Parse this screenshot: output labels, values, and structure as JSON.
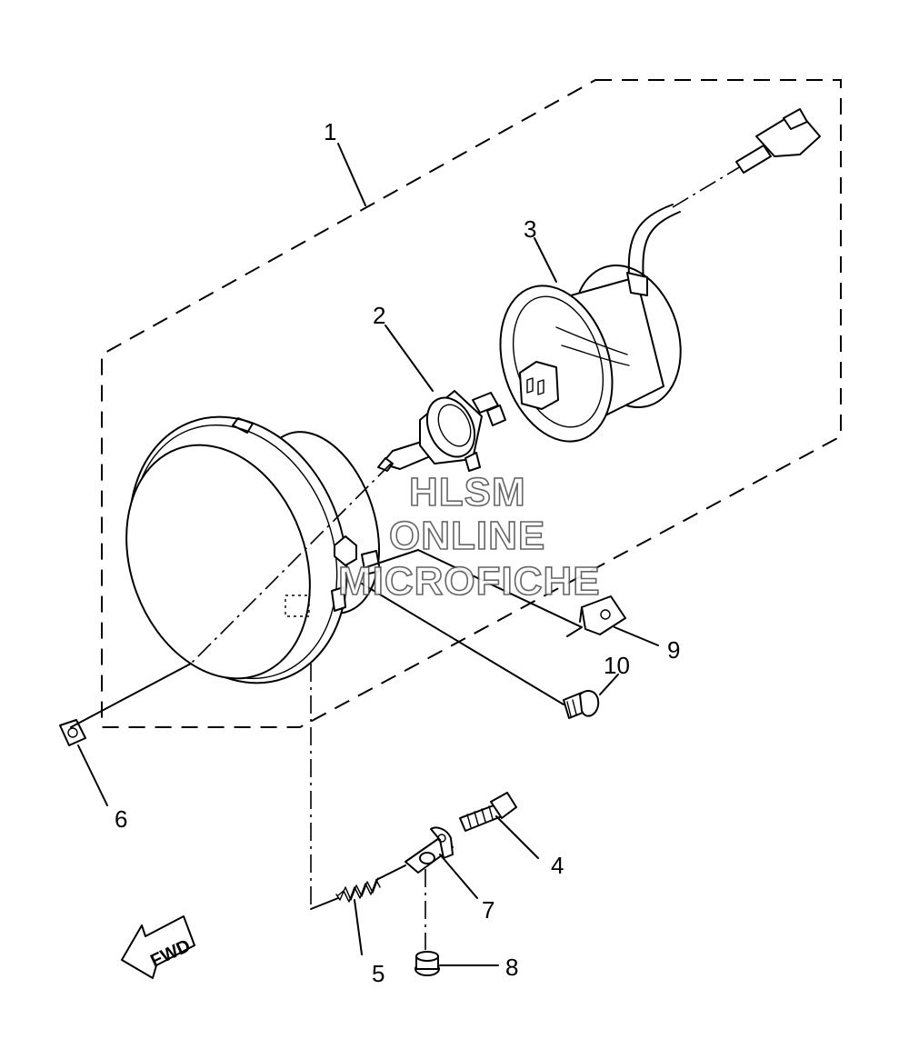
{
  "diagram": {
    "callouts": [
      {
        "id": "1",
        "label": "1"
      },
      {
        "id": "2",
        "label": "2"
      },
      {
        "id": "3",
        "label": "3"
      },
      {
        "id": "4",
        "label": "4"
      },
      {
        "id": "5",
        "label": "5"
      },
      {
        "id": "6",
        "label": "6"
      },
      {
        "id": "7",
        "label": "7"
      },
      {
        "id": "8",
        "label": "8"
      },
      {
        "id": "9",
        "label": "9"
      },
      {
        "id": "10",
        "label": "10"
      }
    ],
    "direction_label": "FWD"
  },
  "watermark": {
    "line1": "HLSM",
    "line2": "ONLINE",
    "line3": "MICROFICHE"
  }
}
